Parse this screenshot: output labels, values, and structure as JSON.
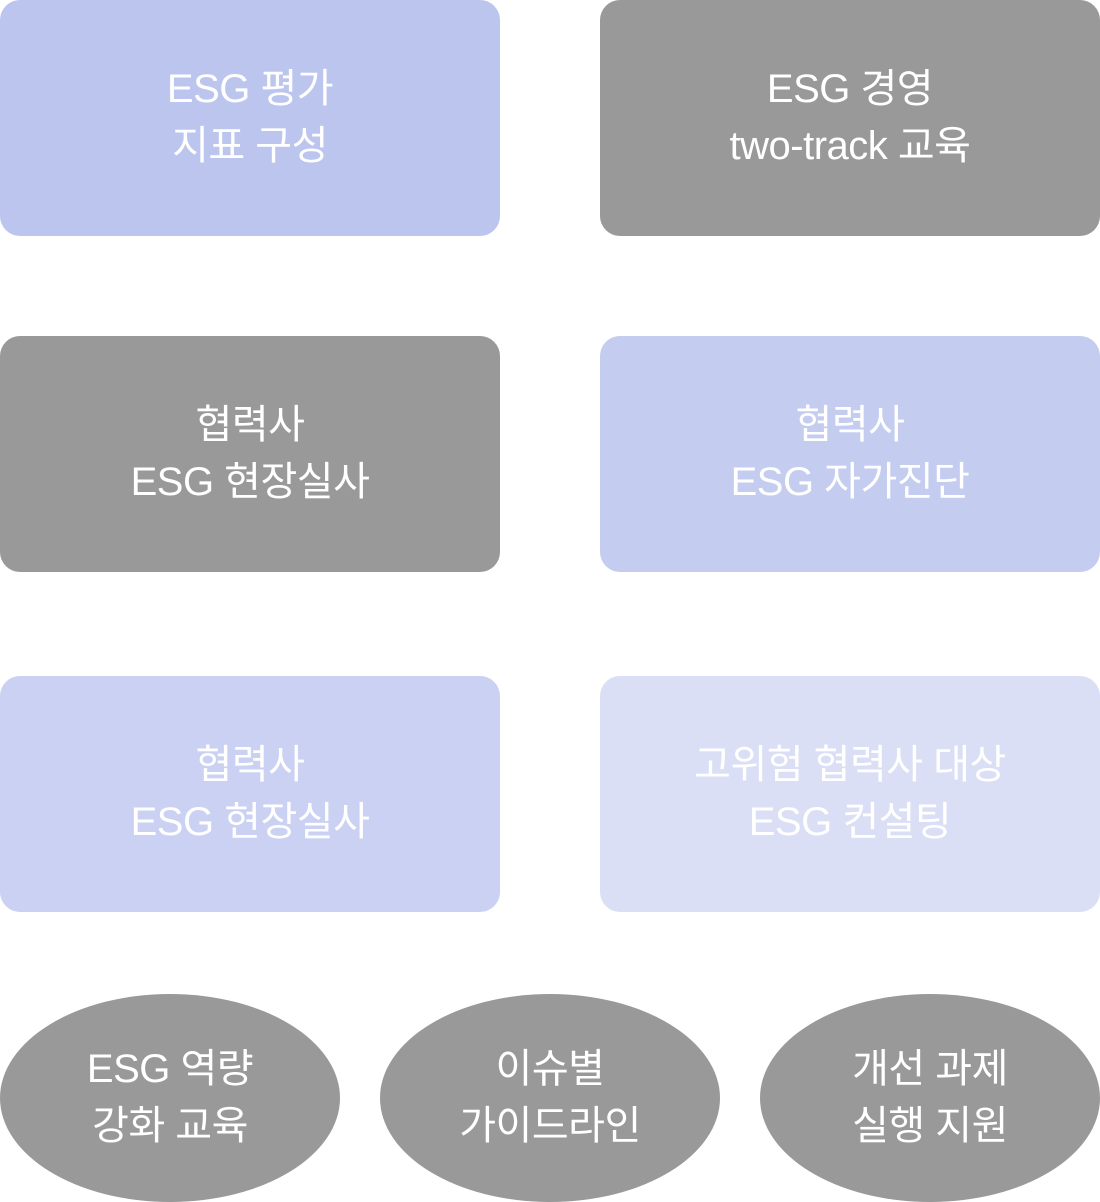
{
  "colors": {
    "blue": "#BCC5EE",
    "gray": "#999999",
    "blue_light_1": "#C4CCF0",
    "blue_light_2": "#CBD1F2",
    "blue_light_3": "#DBDFF5",
    "text": "#FFFFFF"
  },
  "boxes": [
    {
      "lines": [
        "ESG 평가",
        "지표 구성"
      ]
    },
    {
      "lines": [
        "ESG 경영",
        "two-track 교육"
      ]
    },
    {
      "lines": [
        "협력사",
        "ESG 현장실사"
      ]
    },
    {
      "lines": [
        "협력사",
        "ESG 자가진단"
      ]
    },
    {
      "lines": [
        "협력사",
        "ESG 현장실사"
      ]
    },
    {
      "lines": [
        "고위험 협력사 대상",
        "ESG 컨설팅"
      ]
    }
  ],
  "pills": [
    {
      "lines": [
        "ESG 역량",
        "강화 교육"
      ]
    },
    {
      "lines": [
        "이슈별",
        "가이드라인"
      ]
    },
    {
      "lines": [
        "개선 과제",
        "실행 지원"
      ]
    }
  ]
}
